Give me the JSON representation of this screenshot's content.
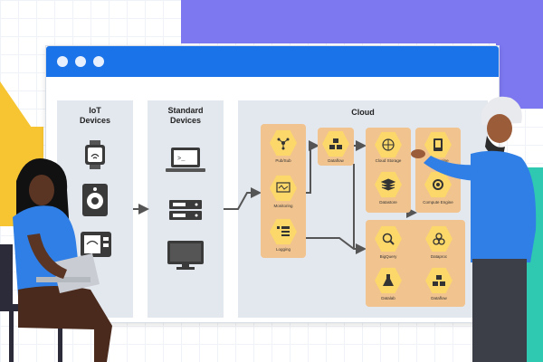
{
  "diagram": {
    "columns": {
      "iot": {
        "title_line1": "IoT",
        "title_line2": "Devices"
      },
      "standard": {
        "title_line1": "Standard",
        "title_line2": "Devices"
      },
      "cloud": {
        "title": "Cloud"
      }
    },
    "nodes": {
      "pubsub": "Pub/Sub",
      "monitoring": "Monitoring",
      "logging": "Logging",
      "dataflow_top": "Dataflow",
      "cloud_storage": "Cloud Storage",
      "datastore": "Datastore",
      "app_engine": "App Engine",
      "compute_engine": "Compute Engine",
      "bigquery": "BigQuery",
      "dataproc": "Dataproc",
      "datalab": "Datalab",
      "dataflow_bottom": "Dataflow"
    }
  },
  "colors": {
    "titlebar": "#1a73e8",
    "panel": "#e3e8ef",
    "group": "#f1c38e",
    "node": "#fcd86b",
    "accent_purple": "#7d78f0",
    "accent_yellow": "#f7c532",
    "accent_teal": "#2ec9b0",
    "shirt_blue": "#2f7fe6"
  }
}
